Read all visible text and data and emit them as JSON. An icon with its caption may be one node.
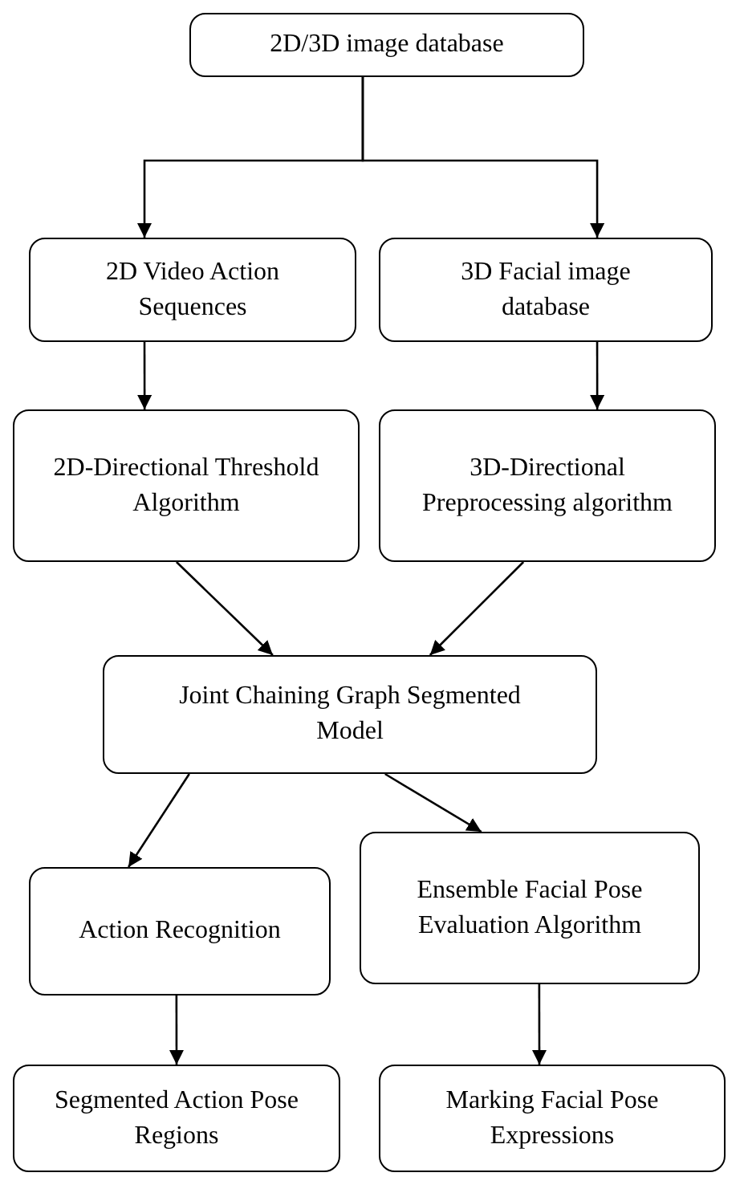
{
  "diagram": {
    "nodes": [
      {
        "text": [
          "2D/3D image database"
        ]
      },
      {
        "text": [
          "2D Video Action Sequences"
        ]
      },
      {
        "text": [
          "3D Facial image database"
        ]
      },
      {
        "text": [
          "2D-Directional Threshold Algorithm"
        ]
      },
      {
        "text": [
          "3D-Directional Preprocessing algorithm"
        ]
      },
      {
        "text": [
          "Joint Chaining Graph Segmented Model"
        ]
      },
      {
        "text": [
          "Action Recognition"
        ]
      },
      {
        "text": [
          "Ensemble Facial Pose Evaluation Algorithm"
        ]
      },
      {
        "text": [
          "Segmented Action Pose Regions"
        ]
      },
      {
        "text": [
          "Marking Facial Pose Expressions"
        ]
      }
    ],
    "edges": [
      {
        "from": 0,
        "to": 1,
        "arrow": "to"
      },
      {
        "from": 0,
        "to": 2,
        "arrow": "to"
      },
      {
        "from": 1,
        "to": 3,
        "arrow": "to"
      },
      {
        "from": 2,
        "to": 4,
        "arrow": "to"
      },
      {
        "from": 3,
        "to": 5,
        "arrow": "to"
      },
      {
        "from": 4,
        "to": 5,
        "arrow": "to"
      },
      {
        "from": 5,
        "to": 6,
        "arrow": "to"
      },
      {
        "from": 5,
        "to": 7,
        "arrow": "to"
      },
      {
        "from": 6,
        "to": 8,
        "arrow": "to"
      },
      {
        "from": 7,
        "to": 9,
        "arrow": "to"
      }
    ]
  }
}
